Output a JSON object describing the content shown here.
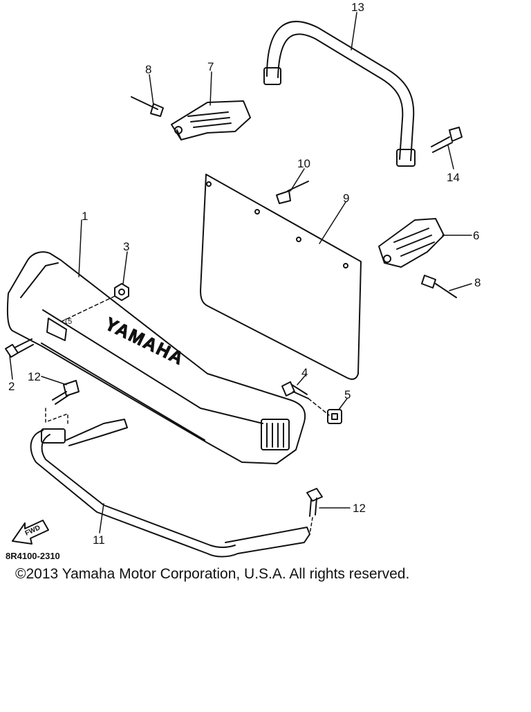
{
  "diagram": {
    "part_numbers": [
      "1",
      "2",
      "3",
      "4",
      "5",
      "6",
      "7",
      "8",
      "8",
      "9",
      "10",
      "11",
      "12",
      "12",
      "13",
      "14",
      "15"
    ],
    "brand_mark": "YAMAHA",
    "direction_label": "FWD",
    "figure_code": "8R4100-2310"
  },
  "footer": {
    "copyright": "©2013 Yamaha Motor Corporation, U.S.A. All rights reserved."
  }
}
